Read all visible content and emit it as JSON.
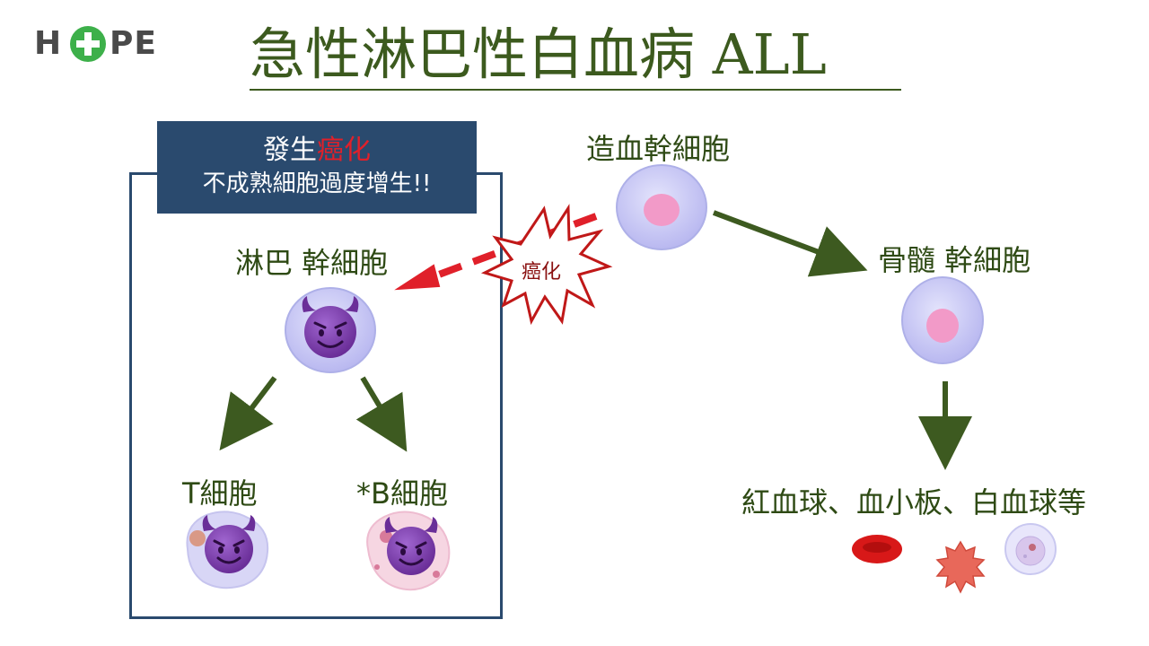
{
  "logo": {
    "text_left": "H",
    "text_right": "PE"
  },
  "title": "急性淋巴性白血病 ALL",
  "header_box": {
    "line1_prefix": "發生",
    "line1_highlight": "癌化",
    "line2": "不成熟細胞過度增生!!"
  },
  "nodes": {
    "hsc": "造血幹細胞",
    "lymph_stem": "淋巴 幹細胞",
    "marrow_stem": "骨髓 幹細胞",
    "t_cell": "T細胞",
    "b_cell": "*B細胞",
    "blood_cells": "紅血球、血小板、白血球等"
  },
  "burst_label": "癌化",
  "colors": {
    "title": "#3c5a1e",
    "arrow": "#3d5a20",
    "dashed_arrow": "#e0202a",
    "box": "#2a4a6e",
    "cell": "#c9c8f4",
    "nucleus": "#f29ac8",
    "devil": "#8a4bb8",
    "logo_green": "#3db04a"
  },
  "icons": [
    "plus-icon",
    "devil-face-icon",
    "explosion-burst-icon"
  ]
}
